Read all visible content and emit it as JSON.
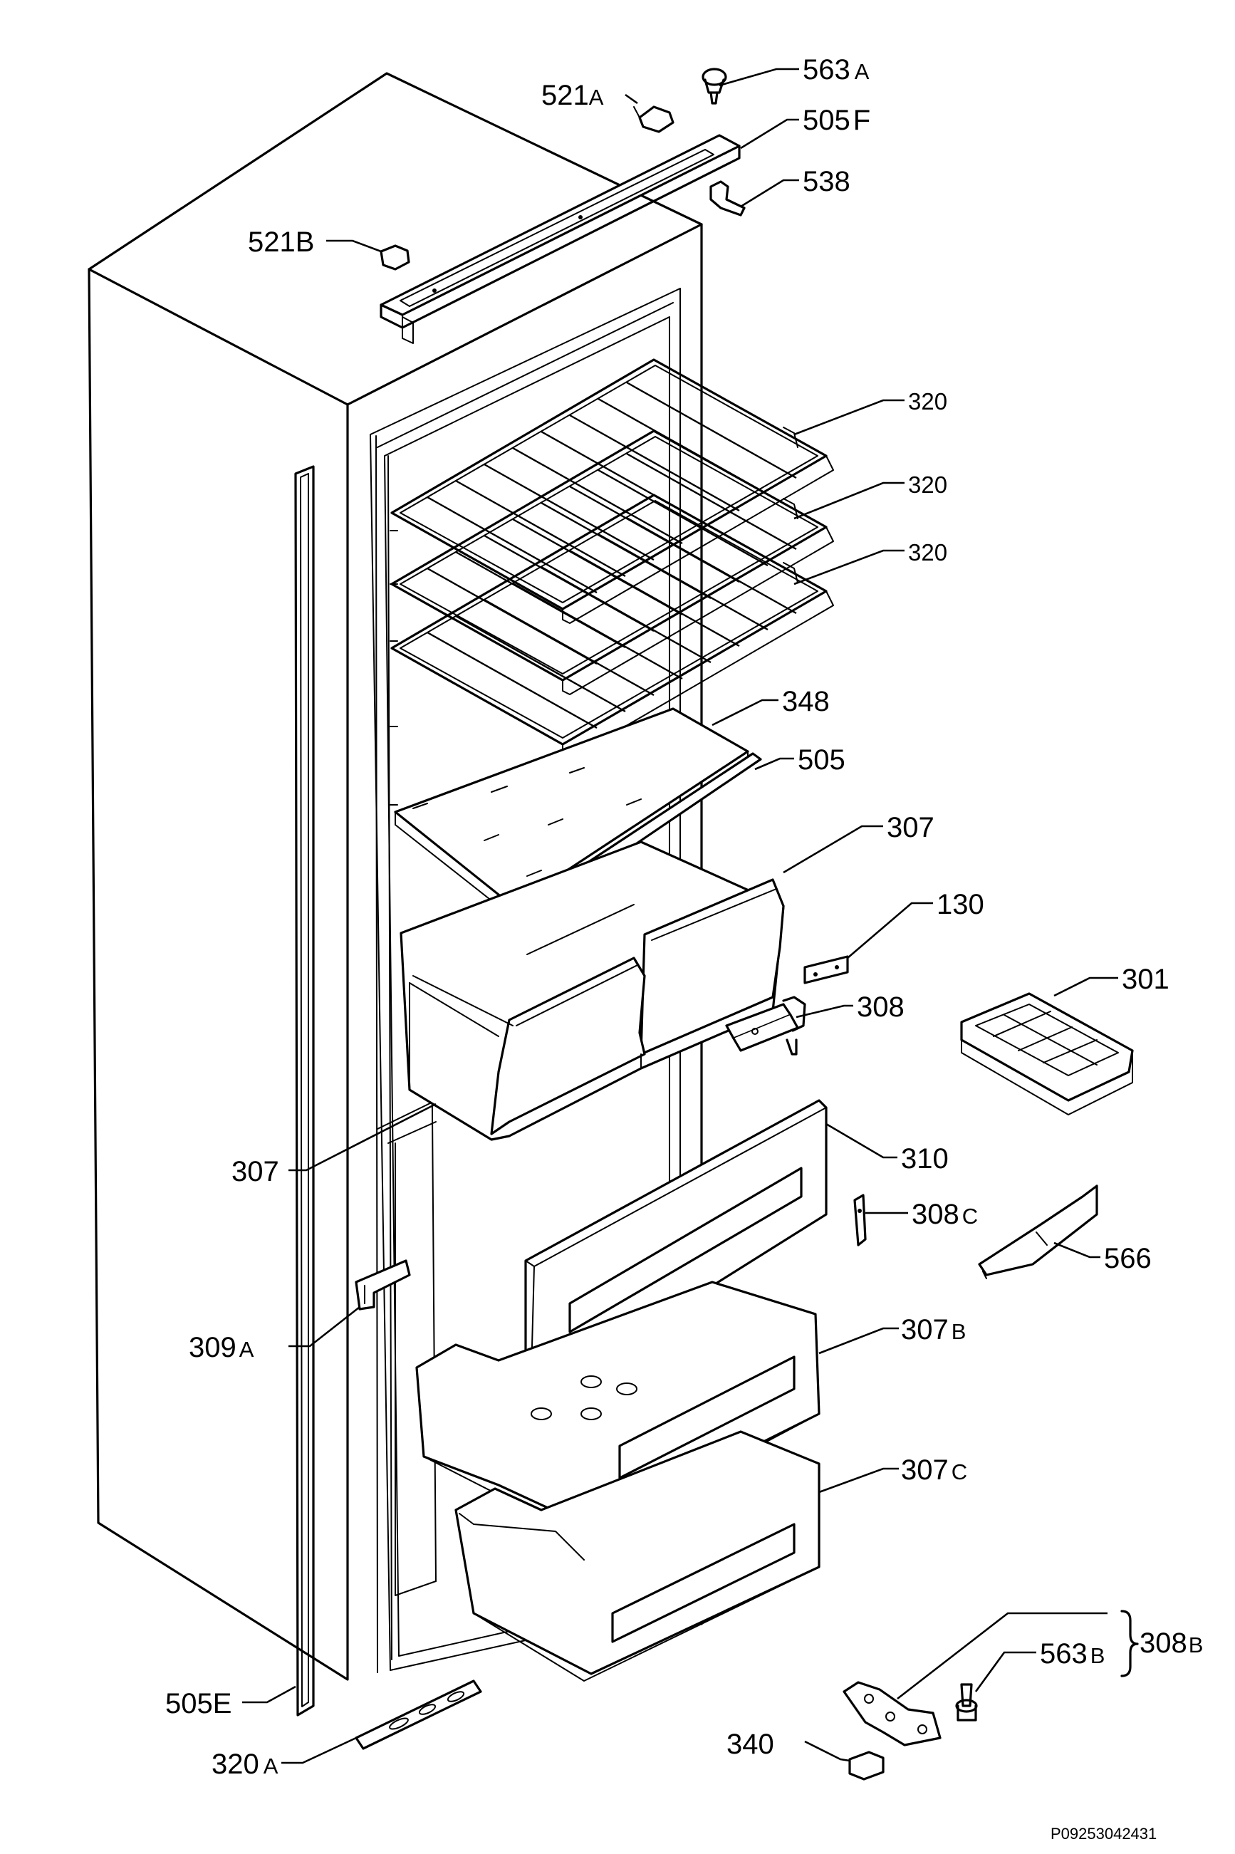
{
  "diagram": {
    "drawing_number": "P09253042431",
    "callouts": [
      {
        "key": "c521A",
        "number": "521",
        "suffix": "A"
      },
      {
        "key": "c563A",
        "number": "563",
        "suffix": "A"
      },
      {
        "key": "c505F",
        "number": "505",
        "suffix": "F"
      },
      {
        "key": "c538",
        "number": "538",
        "suffix": ""
      },
      {
        "key": "c521B",
        "number": "521",
        "suffix": "B"
      },
      {
        "key": "c320a",
        "number": "320",
        "suffix": ""
      },
      {
        "key": "c320b",
        "number": "320",
        "suffix": ""
      },
      {
        "key": "c320c",
        "number": "320",
        "suffix": ""
      },
      {
        "key": "c348",
        "number": "348",
        "suffix": ""
      },
      {
        "key": "c505",
        "number": "505",
        "suffix": ""
      },
      {
        "key": "c307top",
        "number": "307",
        "suffix": ""
      },
      {
        "key": "c130",
        "number": "130",
        "suffix": ""
      },
      {
        "key": "c301",
        "number": "301",
        "suffix": ""
      },
      {
        "key": "c308",
        "number": "308",
        "suffix": ""
      },
      {
        "key": "c307left",
        "number": "307",
        "suffix": ""
      },
      {
        "key": "c310",
        "number": "310",
        "suffix": ""
      },
      {
        "key": "c308C",
        "number": "308",
        "suffix": "C"
      },
      {
        "key": "c566",
        "number": "566",
        "suffix": ""
      },
      {
        "key": "c309A",
        "number": "309",
        "suffix": "A"
      },
      {
        "key": "c307B",
        "number": "307",
        "suffix": "B"
      },
      {
        "key": "c307C",
        "number": "307",
        "suffix": "C"
      },
      {
        "key": "c563B",
        "number": "563",
        "suffix": "B"
      },
      {
        "key": "c308B",
        "number": "308",
        "suffix": "B"
      },
      {
        "key": "c505E",
        "number": "505",
        "suffix": "E"
      },
      {
        "key": "c320A",
        "number": "320",
        "suffix": "A"
      },
      {
        "key": "c340",
        "number": "340",
        "suffix": ""
      }
    ]
  }
}
